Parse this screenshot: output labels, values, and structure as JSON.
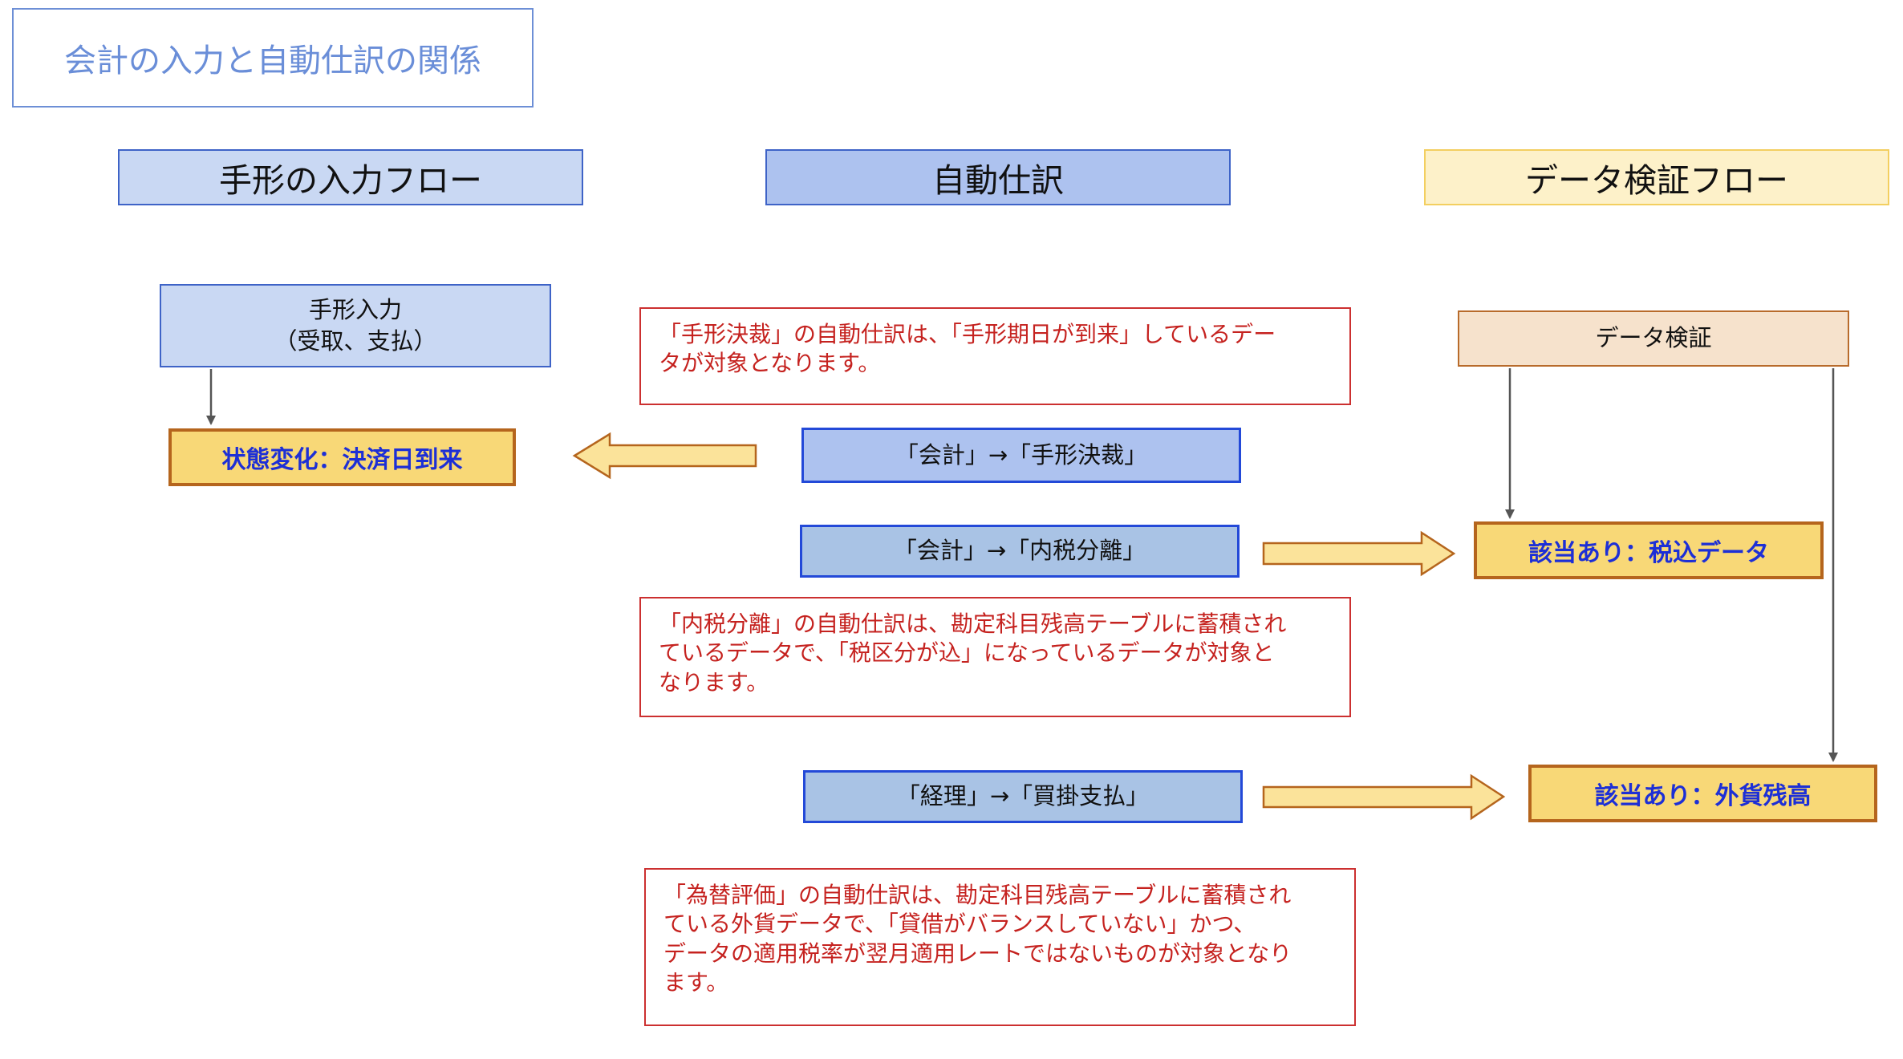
{
  "title": "会計の入力と自動仕訳の関係",
  "headers": {
    "left": "手形の入力フロー",
    "center": "自動仕訳",
    "right": "データ検証フロー"
  },
  "left_flow": {
    "input_line1": "手形入力",
    "input_line2": "（受取、支払）",
    "state": "状態変化：決済日到来"
  },
  "center_flow": {
    "note1": [
      "「手形決裁」の自動仕訳は、「手形期日が到来」しているデー",
      "タが対象となります。"
    ],
    "item1": "「会計」→「手形決裁」",
    "item2": "「会計」→「内税分離」",
    "note2": [
      "「内税分離」の自動仕訳は、勘定科目残高テーブルに蓄積され",
      "ているデータで、「税区分が込」になっているデータが対象と",
      "なります。"
    ],
    "item3": "「経理」→「買掛支払」",
    "note3": [
      "「為替評価」の自動仕訳は、勘定科目残高テーブルに蓄積され",
      "ている外貨データで、「貸借がバランスしていない」かつ、",
      "データの適用税率が翌月適用レートではないものが対象となり",
      "ます。"
    ]
  },
  "right_flow": {
    "verify": "データ検証",
    "result1": "該当あり：税込データ",
    "result2": "該当あり：外貨残高"
  },
  "colors": {
    "header_left_fill": "#c9d8f3",
    "header_center_fill": "#adc2ef",
    "header_right_fill": "#fdf1c9",
    "result_fill": "#f8d877",
    "result_text": "#1d2fd6",
    "note_border": "#cc3030",
    "note_text": "#c5221f",
    "arrow_fill": "#fbe39a"
  }
}
